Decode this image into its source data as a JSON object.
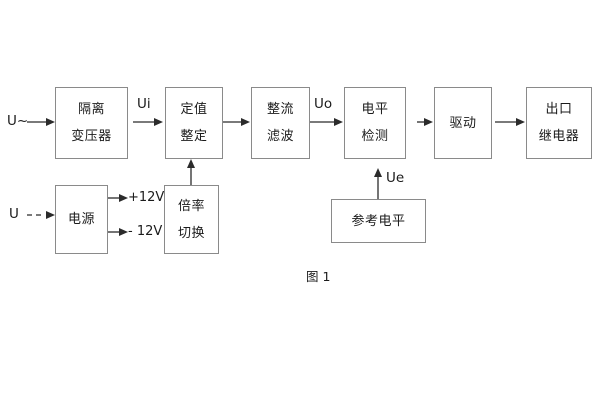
{
  "figure": {
    "caption": "图 1",
    "type": "block-diagram"
  },
  "blocks": [
    {
      "id": "isolation-transformer",
      "lines": [
        "隔离",
        "变压器"
      ]
    },
    {
      "id": "setting-value",
      "lines": [
        "定值",
        "整定"
      ]
    },
    {
      "id": "rectify-filter",
      "lines": [
        "整流",
        "滤波"
      ]
    },
    {
      "id": "level-detection",
      "lines": [
        "电平",
        "检测"
      ]
    },
    {
      "id": "drive",
      "lines": [
        "驱动"
      ]
    },
    {
      "id": "output-relay",
      "lines": [
        "出口",
        "继电器"
      ]
    },
    {
      "id": "power-supply",
      "lines": [
        "电源"
      ]
    },
    {
      "id": "multiplier-switch",
      "lines": [
        "倍率",
        "切换"
      ]
    },
    {
      "id": "reference-level",
      "lines": [
        "参考电平"
      ]
    }
  ],
  "signals": {
    "ac_input": "U~",
    "dc_input": "U",
    "ui": "Ui",
    "uo": "Uo",
    "ue": "Ue",
    "rail_positive": "+12V",
    "rail_negative": "- 12V"
  },
  "colors": {
    "block_border": "#8a8a8a",
    "wire": "#2b2b2b",
    "text": "#1b1b1b",
    "background": "#ffffff"
  }
}
